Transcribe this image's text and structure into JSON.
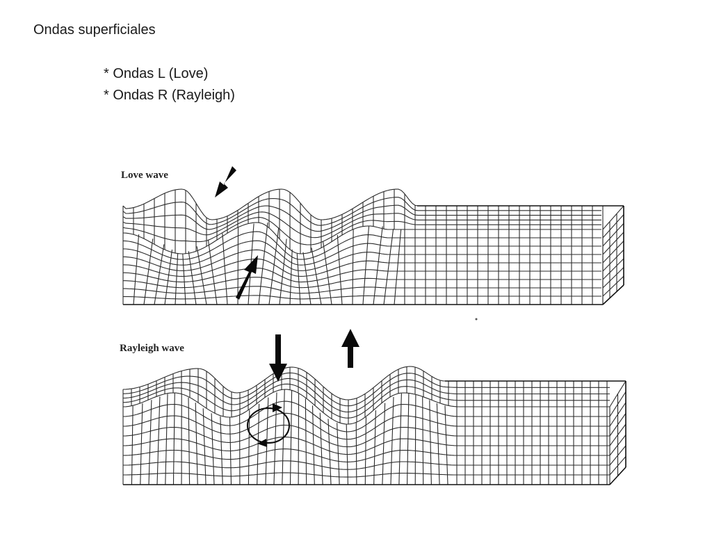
{
  "slide": {
    "title": "Ondas superficiales",
    "bullets": [
      "* Ondas L (Love)",
      "* Ondas R (Rayleigh)"
    ]
  },
  "figure": {
    "love_caption": "Love wave",
    "rayleigh_caption": "Rayleigh wave"
  },
  "colors": {
    "background": "#ffffff",
    "ink": "#1a1a1a"
  }
}
